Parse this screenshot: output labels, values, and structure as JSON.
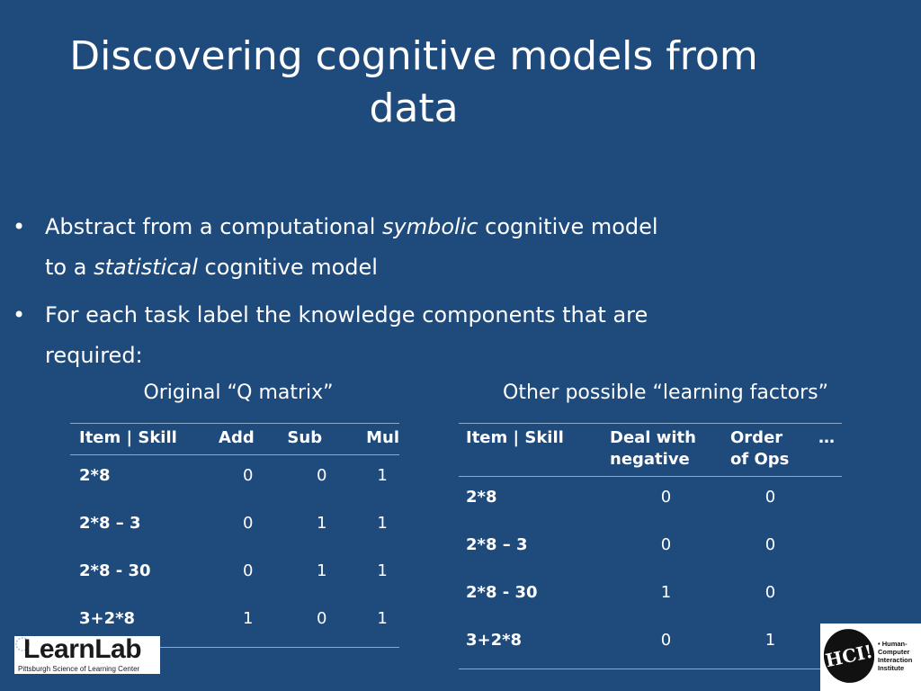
{
  "slide": {
    "title_line1": "Discovering cognitive models from",
    "title_line2": "data",
    "bullets": [
      {
        "pre": "Abstract from a computational ",
        "em1": "symbolic",
        "mid": " cognitive model",
        "line2_pre": "to a ",
        "em2": "statistical",
        "line2_post": " cognitive model"
      },
      {
        "line1": "For each task label the knowledge components that are",
        "line2": "required:"
      }
    ],
    "bullet_glyph": "•"
  },
  "table1": {
    "caption": "Original “Q matrix”",
    "headers": [
      "Item | Skill",
      "Add",
      "Sub",
      "Mul"
    ],
    "rows": [
      [
        "2*8",
        "0",
        "0",
        "1"
      ],
      [
        "2*8 – 3",
        "0",
        "1",
        "1"
      ],
      [
        "2*8 - 30",
        "0",
        "1",
        "1"
      ],
      [
        "3+2*8",
        "1",
        "0",
        "1"
      ]
    ]
  },
  "table2": {
    "caption": "Other possible “learning factors”",
    "headers": [
      "Item | Skill",
      "Deal with negative",
      "Order of Ops",
      "…"
    ],
    "header_lines": {
      "h1a": "Deal with",
      "h1b": "negative",
      "h2a": "Order",
      "h2b": "of Ops"
    },
    "rows": [
      [
        "2*8",
        "0",
        "0",
        ""
      ],
      [
        "2*8 – 3",
        "0",
        "0",
        ""
      ],
      [
        "2*8 - 30",
        "1",
        "0",
        ""
      ],
      [
        "3+2*8",
        "0",
        "1",
        ""
      ]
    ]
  },
  "logos": {
    "learnlab_name": "LearnLab",
    "learnlab_sub": "Pittsburgh Science of Learning Center",
    "hcii_mark": "HCI!",
    "hcii_text": [
      "• Human-",
      "Computer",
      "Interaction",
      "Institute"
    ]
  },
  "colors": {
    "background": "#1f4a7c",
    "text": "#ffffff",
    "rule": "#8fa9cc"
  }
}
